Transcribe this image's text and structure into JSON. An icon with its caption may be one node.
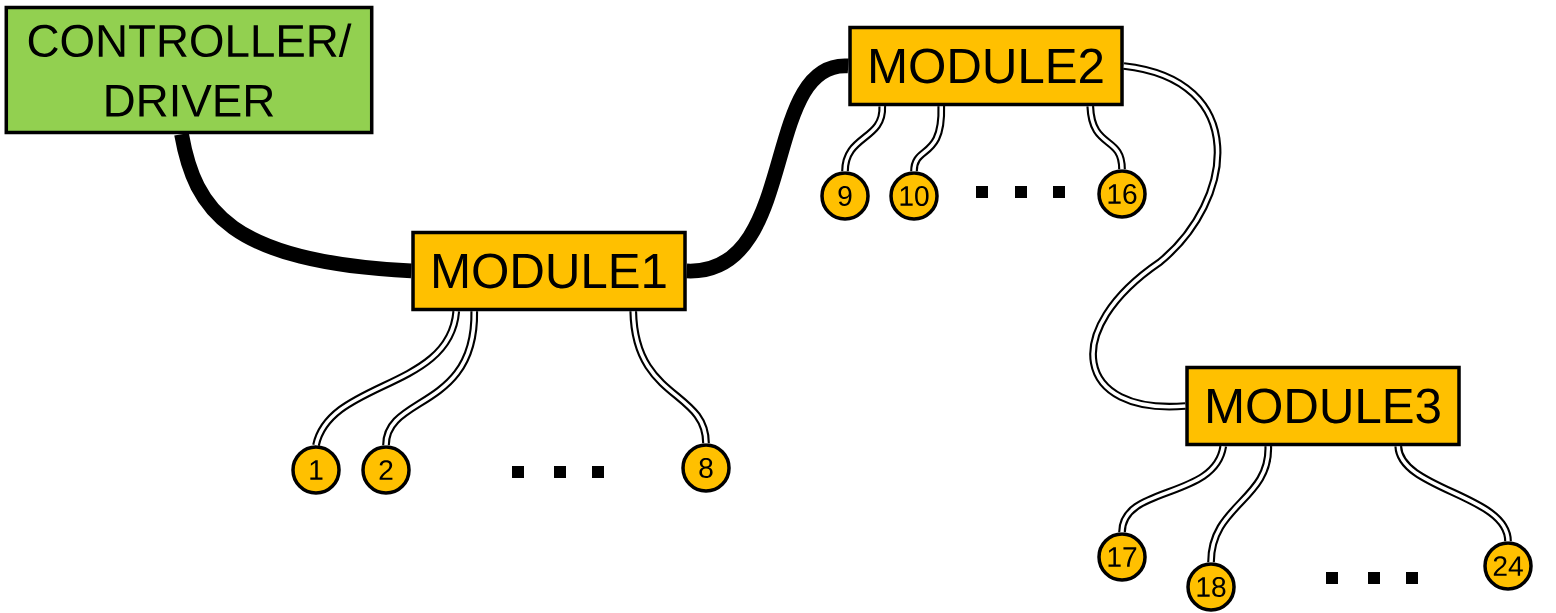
{
  "diagram": {
    "nodes": [
      {
        "text": [
          "CONTROLLER/ DRIVER"
        ]
      },
      {
        "text": [
          "MODULE1"
        ]
      },
      {
        "text": [
          "MODULE2"
        ]
      },
      {
        "text": [
          "MODULE3"
        ]
      },
      {
        "text": [
          "1"
        ]
      },
      {
        "text": [
          "2"
        ]
      },
      {
        "text": [
          "8"
        ]
      },
      {
        "text": [
          "9"
        ]
      },
      {
        "text": [
          "10"
        ]
      },
      {
        "text": [
          "16"
        ]
      },
      {
        "text": [
          "17"
        ]
      },
      {
        "text": [
          "18"
        ]
      },
      {
        "text": [
          "24"
        ]
      }
    ],
    "edges": [
      {
        "from": 0,
        "to": 1,
        "arrow": "none",
        "style": "thick"
      },
      {
        "from": 1,
        "to": 2,
        "arrow": "none",
        "style": "thick"
      },
      {
        "from": 2,
        "to": 3,
        "arrow": "none"
      },
      {
        "from": 1,
        "to": 4,
        "arrow": "none"
      },
      {
        "from": 1,
        "to": 5,
        "arrow": "none"
      },
      {
        "from": 1,
        "to": 6,
        "arrow": "none"
      },
      {
        "from": 2,
        "to": 7,
        "arrow": "none"
      },
      {
        "from": 2,
        "to": 8,
        "arrow": "none"
      },
      {
        "from": 2,
        "to": 9,
        "arrow": "none"
      },
      {
        "from": 3,
        "to": 10,
        "arrow": "none"
      },
      {
        "from": 3,
        "to": 11,
        "arrow": "none"
      },
      {
        "from": 3,
        "to": 12,
        "arrow": "none"
      }
    ]
  }
}
